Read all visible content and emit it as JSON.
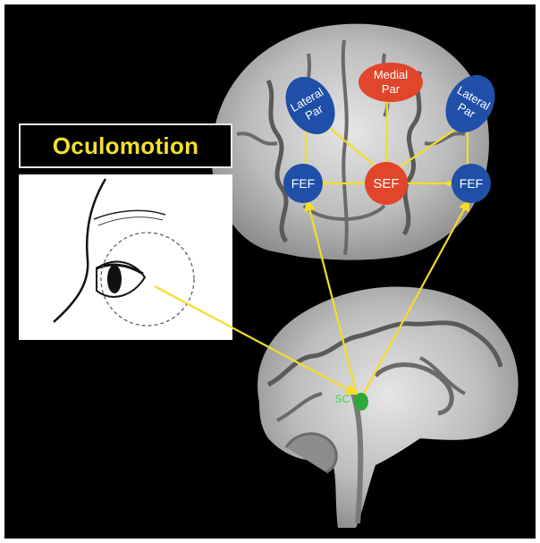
{
  "title": "Oculomotion",
  "nodes": {
    "lateral_par_left": {
      "line1": "Lateral",
      "line2": "Par"
    },
    "medial_par": {
      "line1": "Medial",
      "line2": "Par"
    },
    "lateral_par_right": {
      "line1": "Lateral",
      "line2": "Par"
    },
    "fef_left": "FEF",
    "sef": "SEF",
    "fef_right": "FEF",
    "sc": "SC"
  },
  "colors": {
    "background": "#000000",
    "frame": "#ffffff",
    "title_text": "#f2e22a",
    "connection": "#f5dc2a",
    "blue_node": "#1f4fa8",
    "red_node": "#e1452b",
    "sc_node": "#2ea83a",
    "sc_label": "#3dd44a"
  },
  "icons": [
    "eye-icon",
    "coronal-brain-section",
    "sagittal-brain-section"
  ]
}
